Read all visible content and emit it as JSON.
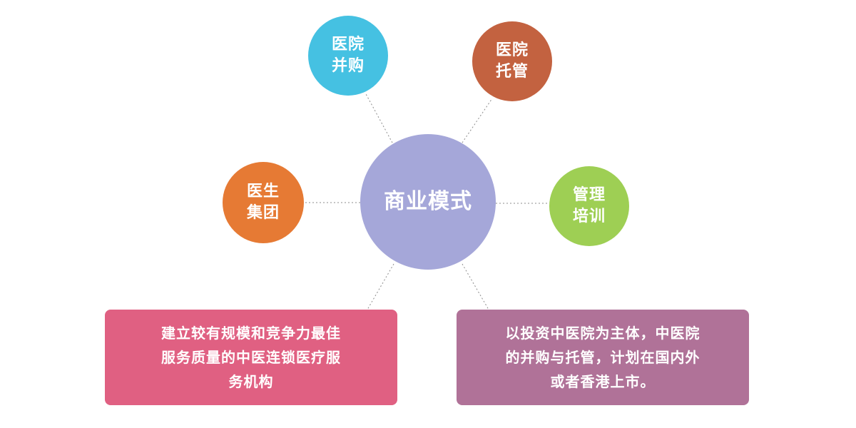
{
  "colors": {
    "center": "#a5a7d9",
    "merger": "#45c1e2",
    "trusteeship": "#c36240",
    "doctor_group": "#e67a34",
    "training": "#9ecf54",
    "left_box": "#e06082",
    "right_box": "#b07298",
    "connector": "#8c8c8c"
  },
  "center": {
    "label": "商业模式"
  },
  "nodes": {
    "merger": {
      "line1": "医院",
      "line2": "并购"
    },
    "trusteeship": {
      "line1": "医院",
      "line2": "托管"
    },
    "doctor_group": {
      "line1": "医生",
      "line2": "集团"
    },
    "training": {
      "line1": "管理",
      "line2": "培训"
    }
  },
  "boxes": {
    "left": {
      "line1": "建立较有规模和竞争力最佳",
      "line2": "服务质量的中医连锁医疗服",
      "line3": "务机构"
    },
    "right": {
      "line1": "以投资中医院为主体，中医院",
      "line2": "的并购与托管，计划在国内外",
      "line3": "或者香港上市。"
    }
  }
}
